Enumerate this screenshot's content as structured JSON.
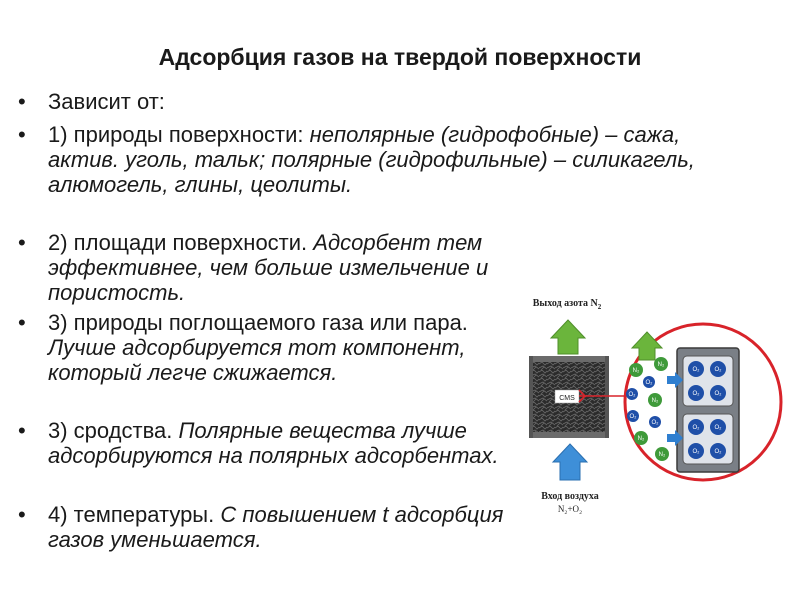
{
  "title": "Адсорбция газов на твердой поверхности",
  "bullets": [
    {
      "normal": "Зависит от:",
      "italic": ""
    },
    {
      "normal": "1) природы поверхности: ",
      "italic": "неполярные (гидрофобные) – сажа, актив. уголь, тальк; полярные (гидрофильные) – силикагель, алюмогель, глины, цеолиты."
    },
    {
      "normal": "2) площади поверхности. ",
      "italic": "Адсорбент тем эффективнее, чем больше измельчение и пористость."
    },
    {
      "normal": "3) природы поглощаемого газа или пара. ",
      "italic": "Лучше адсорбируется тот компонент, который легче сжижается."
    },
    {
      "normal": "3) сродства. ",
      "italic": "Полярные вещества лучше адсорбируются на полярных адсорбентах."
    },
    {
      "normal": "4) температуры. ",
      "italic": "С повышением t адсорбция газов уменьшается."
    }
  ],
  "diagram": {
    "top_label": "Выход азота N",
    "top_label_sub": "2",
    "bottom_label": "Вход воздуха",
    "bottom_formula": "N₂+O₂",
    "cms_label": "CMS",
    "n2": "N₂",
    "o2": "O₂",
    "colors": {
      "arrow_green": "#6bb53c",
      "arrow_blue": "#3e8fd8",
      "circle_red": "#d8232a",
      "o2_blue": "#1f4fa8",
      "n2_green": "#3f9a3a",
      "sieve_gray": "#7a7f86"
    }
  }
}
